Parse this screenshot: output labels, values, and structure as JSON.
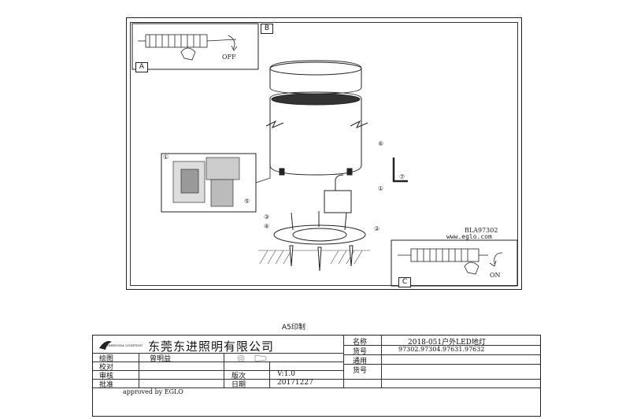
{
  "drawing": {
    "code": "BLA97302",
    "website": "www.eglo.com",
    "labels": {
      "a": "A",
      "b": "B",
      "c": "C"
    },
    "off_text": "OFF",
    "on_text": "ON",
    "step_numbers": [
      "①",
      "②",
      "③",
      "④",
      "⑤",
      "⑥",
      "⑦"
    ]
  },
  "print_note": "A5印制",
  "title_block": {
    "logo_text": "SHENGDA LIGHTING",
    "company": "东莞东进照明有限公司",
    "rows_left": [
      "绘图",
      "校对",
      "审核",
      "批准"
    ],
    "drafter": "曾明益",
    "version_label": "版次",
    "version_value": "V:1.0",
    "date_label": "日期",
    "date_value": "20171227",
    "approved": "approved by EGLO",
    "name_label": "名称",
    "name_value": "2018-051户外LED地灯",
    "model_label": "货号",
    "model_value": "97302.97304.97631.97632",
    "common_label": "通用",
    "common_model_label": "货号"
  }
}
